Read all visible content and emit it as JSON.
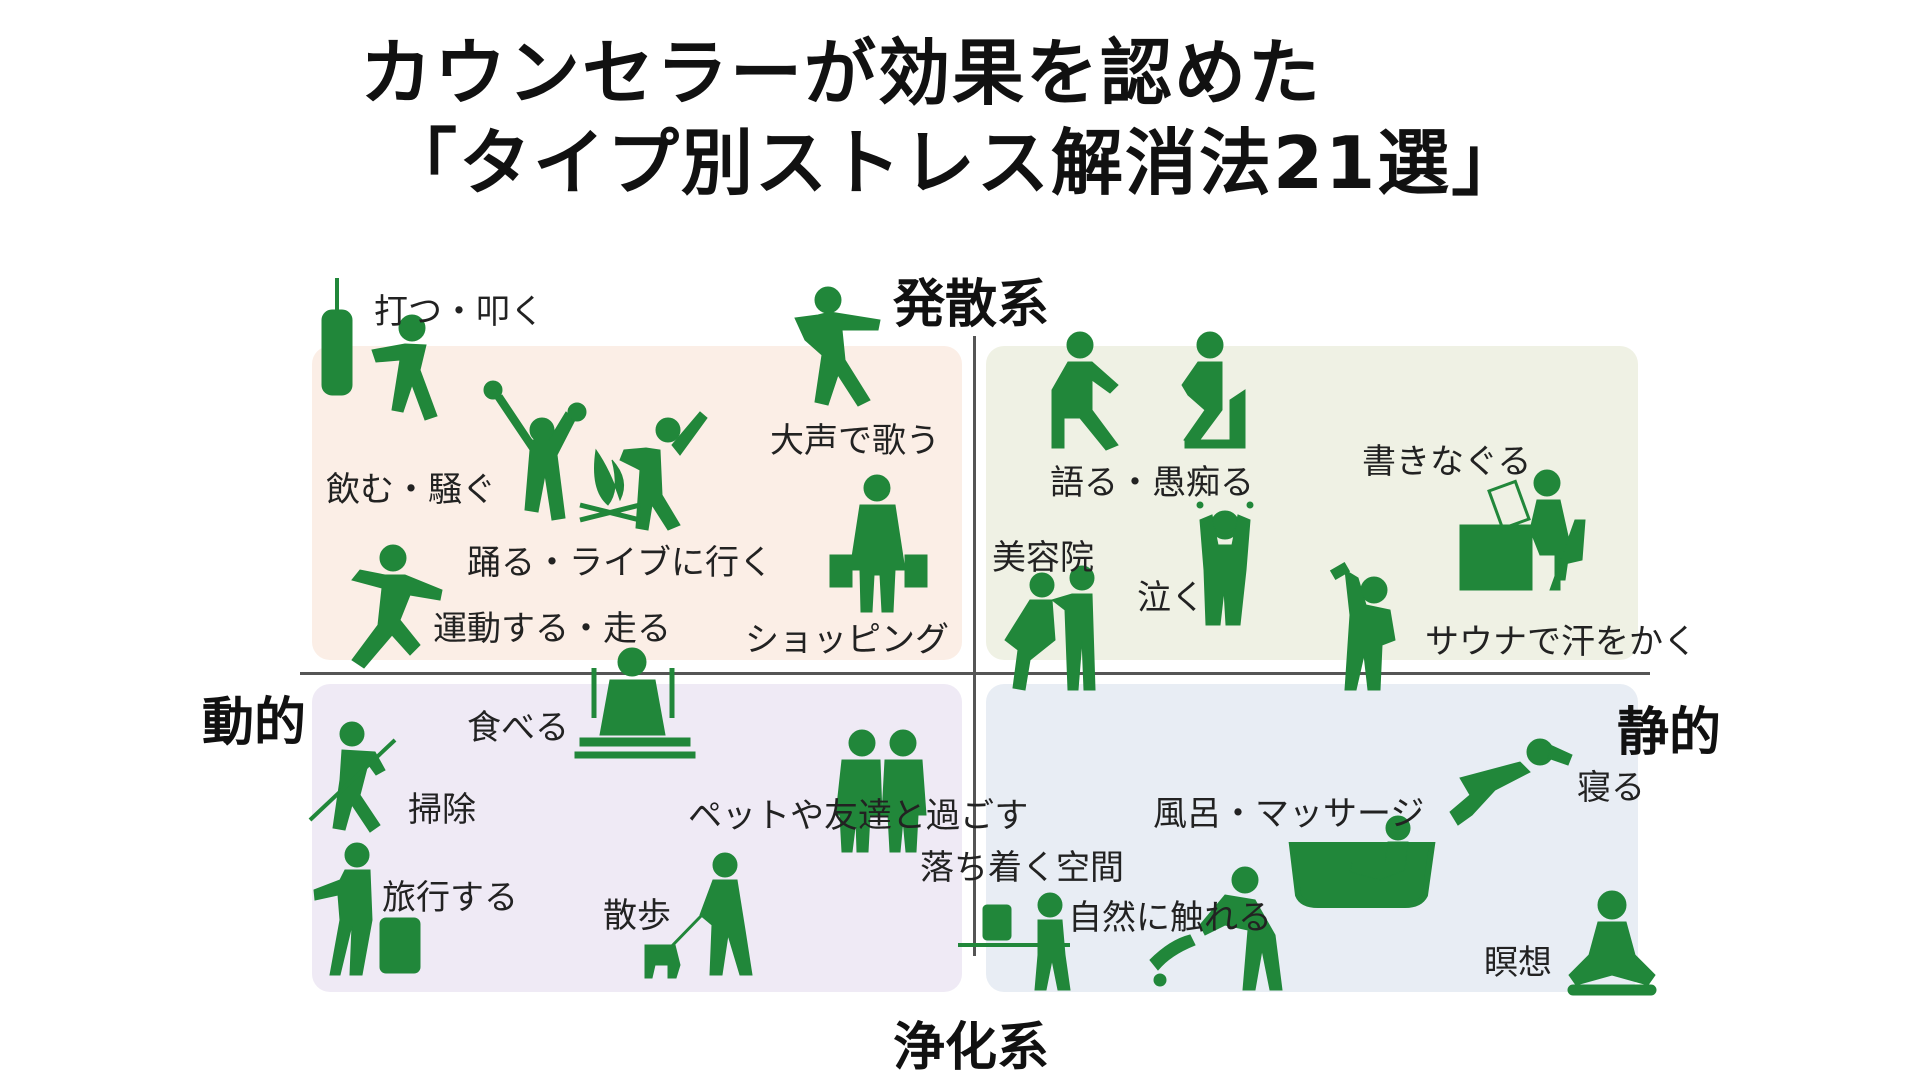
{
  "title": {
    "line1": "カウンセラーが効果を認めた",
    "line2": "「タイプ別ストレス解消法21選」"
  },
  "axes": {
    "top": "発散系",
    "bottom": "浄化系",
    "left": "動的",
    "right": "静的"
  },
  "items": {
    "hit": "打つ・叩く",
    "drink": "飲む・騒ぐ",
    "sing": "大声で歌う",
    "dance": "踊る・ライブに行く",
    "exercise": "運動する・走る",
    "shopping": "ショッピング",
    "talk": "語る・愚痴る",
    "write": "書きなぐる",
    "salon": "美容院",
    "cry": "泣く",
    "sauna": "サウナで汗をかく",
    "eat": "食べる",
    "clean": "掃除",
    "pets": "ペットや友達と過ごす",
    "calm": "落ち着く空間",
    "travel": "旅行する",
    "walk": "散歩",
    "nature": "自然に触れる",
    "bath": "風呂・マッサージ",
    "sleep": "寝る",
    "meditate": "瞑想"
  },
  "colors": {
    "icon": "#21873a",
    "q_top_left": "#fbeee6",
    "q_top_right": "#eff1e4",
    "q_bottom_left": "#efeaf5",
    "q_bottom_right": "#e8edf4"
  }
}
